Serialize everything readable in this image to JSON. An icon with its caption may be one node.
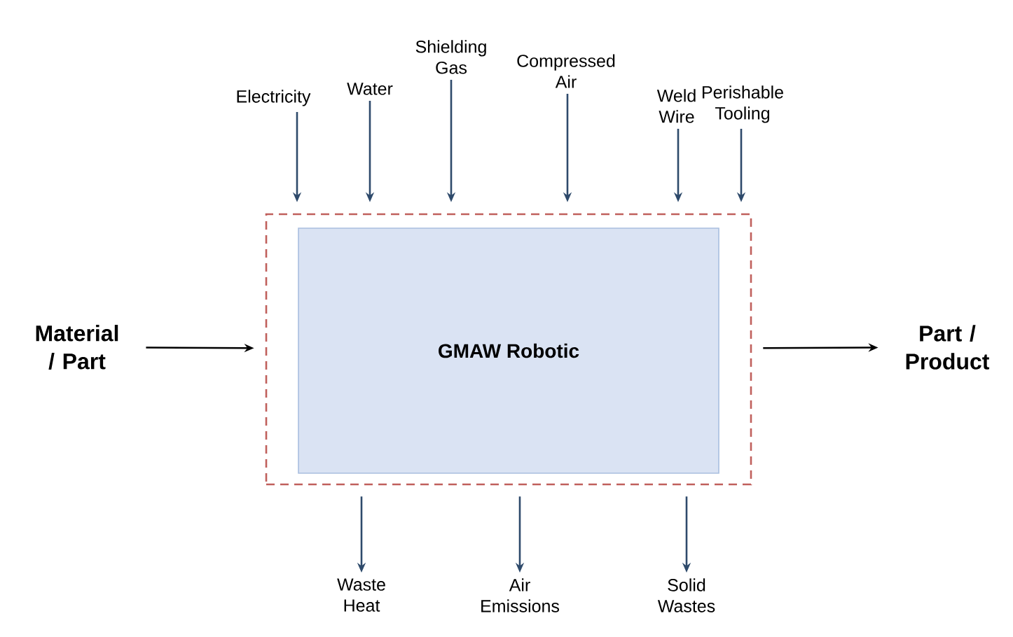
{
  "diagram": {
    "nodes": [
      {
        "text": [
          "Electricity"
        ]
      },
      {
        "text": [
          "Water"
        ]
      },
      {
        "text": [
          "Shielding Gas"
        ]
      },
      {
        "text": [
          "Compressed Air"
        ]
      },
      {
        "text": [
          "Weld Wire"
        ]
      },
      {
        "text": [
          "Perishable Tooling"
        ]
      },
      {
        "text": [
          "Material / Part"
        ]
      },
      {
        "text": [],
        "shape": "box"
      },
      {
        "text": [
          "GMAW Robotic"
        ],
        "in": 7
      },
      {
        "text": [
          "Part / Product"
        ]
      },
      {
        "text": [
          "Waste Heat"
        ]
      },
      {
        "text": [
          "Air Emissions"
        ]
      },
      {
        "text": [
          "Solid Wastes"
        ]
      }
    ],
    "edges": [
      {
        "from": 0,
        "to": 7,
        "arrow": "to"
      },
      {
        "from": 1,
        "to": 7,
        "arrow": "to"
      },
      {
        "from": 2,
        "to": 7,
        "arrow": "to"
      },
      {
        "from": 3,
        "to": 7,
        "arrow": "to"
      },
      {
        "from": 4,
        "to": 7,
        "arrow": "to"
      },
      {
        "from": 5,
        "to": 7,
        "arrow": "to"
      },
      {
        "from": 6,
        "to": 7,
        "arrow": "to",
        "color": "#000000"
      },
      {
        "from": 7,
        "to": 9,
        "arrow": "to",
        "color": "#000000"
      },
      {
        "from": 7,
        "to": 10,
        "arrow": "to"
      },
      {
        "from": 7,
        "to": 11,
        "arrow": "to"
      },
      {
        "from": 7,
        "to": 12,
        "arrow": "to"
      }
    ]
  }
}
